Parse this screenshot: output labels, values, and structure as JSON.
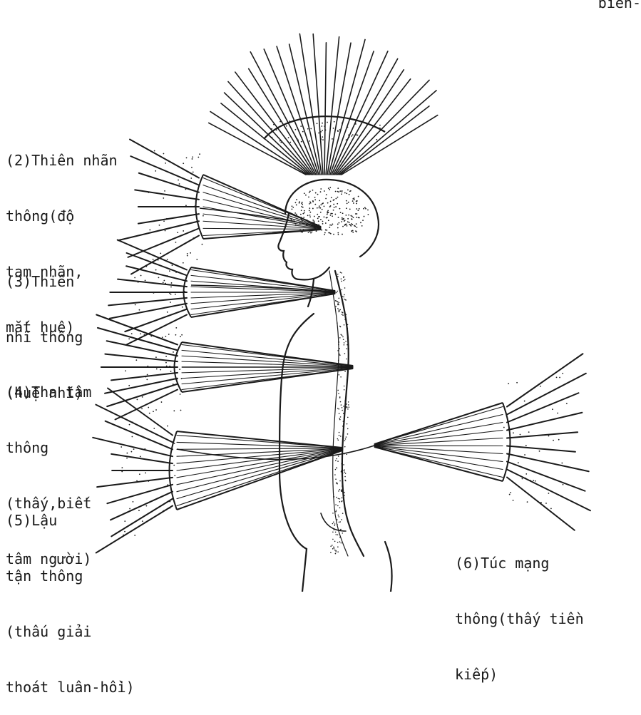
{
  "corner_text": "bien-",
  "labels": {
    "thien_nhan": [
      "(2)Thiên nhãn",
      "thông(độ",
      "tam nhãn,",
      "mắt huệ)"
    ],
    "thien_nhi": [
      "(3)Thiên",
      "nhĩ thông",
      "(huệ nhĩ)"
    ],
    "tha_tam": [
      "(4)Tha tâm",
      "thông",
      "(thấy,biết",
      "tâm người)"
    ],
    "lau_tan": [
      "(5)Lậu",
      "tận thông",
      "(thấu giải",
      "thoát luân-hồi)"
    ],
    "tuc_mang": [
      "(6)Túc mạng",
      "thông(thấy tiền",
      "kiếp)"
    ]
  },
  "colors": {
    "ink": "#1a1a1a",
    "paper": "#ffffff"
  }
}
